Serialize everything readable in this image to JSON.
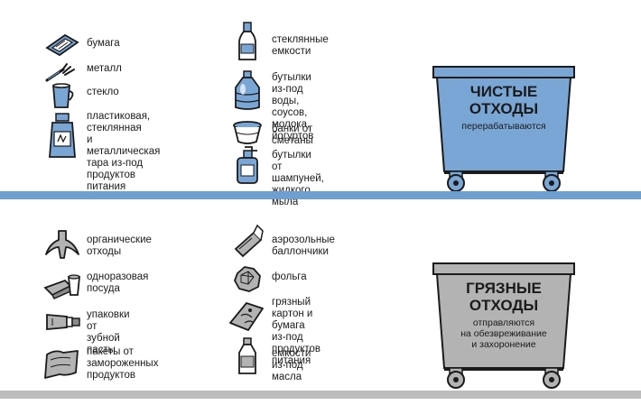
{
  "clean": {
    "items_left": [
      {
        "icon": "paper-icon",
        "label": "бумага"
      },
      {
        "icon": "metal-fork-icon",
        "label": "металл"
      },
      {
        "icon": "glass-cup-icon",
        "label": "стекло"
      },
      {
        "icon": "food-container-icon",
        "label": "пластиковая,\nстеклянная\nи металлическая\nтара из-под\nпродуктов питания"
      }
    ],
    "items_right": [
      {
        "icon": "glass-bottle-icon",
        "label": "стеклянные\nемкости"
      },
      {
        "icon": "plastic-bottle-icon",
        "label": "бутылки из-под воды,\nсоусов, молока,\nйогуртов"
      },
      {
        "icon": "sour-cream-cup-icon",
        "label": "банки от сметаны"
      },
      {
        "icon": "soap-bottle-icon",
        "label": "бутылки от шампуней,\nжидкого мыла"
      }
    ],
    "bin": {
      "title": "ЧИСТЫЕ\nОТХОДЫ",
      "subtitle": "перерабатываются",
      "color": "#7aa6d6"
    }
  },
  "dirty": {
    "items_left": [
      {
        "icon": "banana-peel-icon",
        "label": "органические\nотходы"
      },
      {
        "icon": "disposable-dishes-icon",
        "label": "одноразовая\nпосуда"
      },
      {
        "icon": "toothpaste-icon",
        "label": "упаковки от зубной\nпасты"
      },
      {
        "icon": "frozen-bag-icon",
        "label": "пакеты от\nзамороженных\nпродуктов"
      }
    ],
    "items_right": [
      {
        "icon": "aerosol-can-icon",
        "label": "аэрозольные\nбаллончики"
      },
      {
        "icon": "foil-ball-icon",
        "label": "фольга"
      },
      {
        "icon": "dirty-cardboard-icon",
        "label": "грязный картон и бумага\nиз-под продуктов\nпитания"
      },
      {
        "icon": "oil-bottle-icon",
        "label": "емкости из-под масла"
      }
    ],
    "bin": {
      "title": "ГРЯЗНЫЕ\nОТХОДЫ",
      "subtitle": "отправляются\nна обезвреживание\nи захоронение",
      "color": "#b3b3b3"
    }
  }
}
